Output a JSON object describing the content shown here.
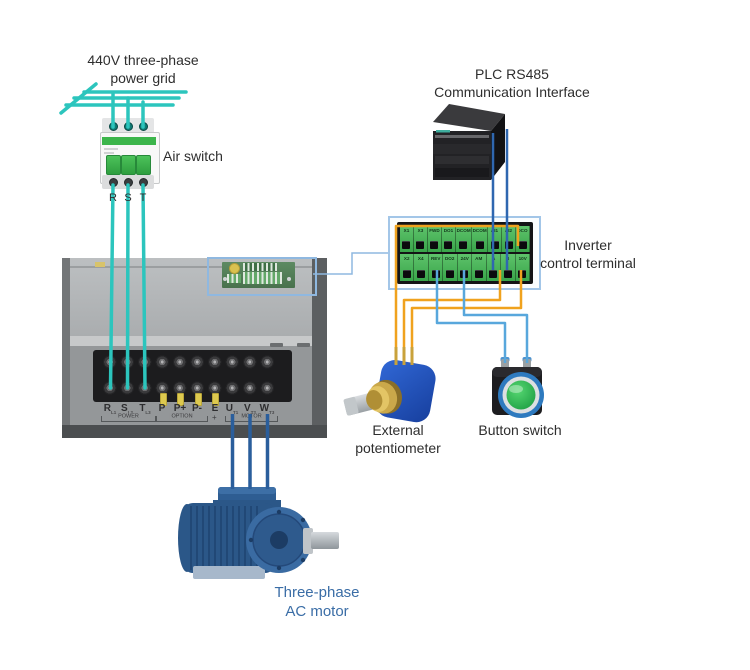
{
  "labels": {
    "power_grid": {
      "line1": "440V three-phase",
      "line2": "power grid"
    },
    "air_switch": "Air switch",
    "rst": [
      "R",
      "S",
      "T"
    ],
    "plc": {
      "line1": "PLC RS485",
      "line2": "Communication Interface"
    },
    "inverter_terminal": {
      "line1": "Inverter",
      "line2": "control terminal"
    },
    "potentiometer": {
      "line1": "External",
      "line2": "potentiometer"
    },
    "button_switch": "Button switch",
    "motor": {
      "line1": "Three-phase",
      "line2": "AC motor"
    }
  },
  "inverter": {
    "power_terminals": [
      {
        "name": "R",
        "sub": "L1"
      },
      {
        "name": "S",
        "sub": "L2"
      },
      {
        "name": "T",
        "sub": "L3"
      },
      {
        "name": "P",
        "sub": ""
      },
      {
        "name": "P+",
        "sub": ""
      },
      {
        "name": "P-",
        "sub": ""
      },
      {
        "name": "E",
        "sub": ""
      },
      {
        "name": "U",
        "sub": "T1"
      },
      {
        "name": "V",
        "sub": "T2"
      },
      {
        "name": "W",
        "sub": "T3"
      }
    ],
    "groups": [
      "POWER",
      "OPTION",
      "+",
      "MOTOR"
    ]
  },
  "control_terminal": {
    "row1": [
      "X1",
      "X3",
      "FWD",
      "DO1",
      "DCOM",
      "DCOM",
      "AI1",
      "AI2",
      "DCO"
    ],
    "row2": [
      "X2",
      "X4",
      "REV",
      "DO2",
      "24V",
      "AM",
      "A",
      "B",
      "10V"
    ]
  },
  "colors": {
    "power_wire_teal": "#2cc5bd",
    "motor_wire_blue": "#2a5e9c",
    "plc_wire_blue": "#2f67b0",
    "signal_wire_light_blue": "#58a7dc",
    "analog_wire_orange": "#f0a21e",
    "callout_border": "#a3c6e8",
    "terminal_green": "#43b252",
    "air_switch_green": "#3cb54b",
    "motor_label_blue": "#3a6da6"
  }
}
